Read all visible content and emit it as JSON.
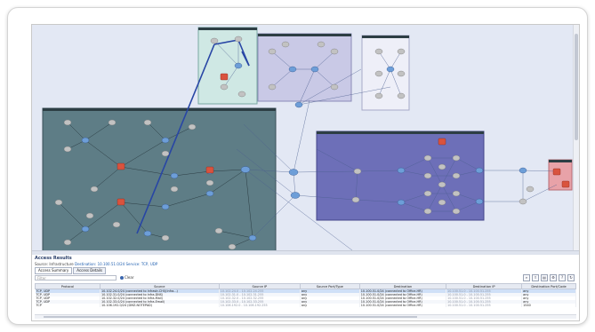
{
  "colors": {
    "canvas_bg": "#e3e8f4",
    "group_teal": "#5e7d86",
    "group_purple": "#6d6fb8",
    "group_lavender": "#c9c9e6",
    "group_mint": "#cfe8e4",
    "group_pink": "#e8a2a8",
    "link": "#2f4fa3",
    "device_gray": "#c2c2c2",
    "device_blue": "#6d9ed8",
    "device_red": "#d9533e"
  },
  "access_panel": {
    "title": "Access Results",
    "breadcrumb_label": "Source: Infrastructure",
    "breadcrumb_value": "Destination: 10.100.51.0/24 Service: TCP, UDP",
    "tabs": [
      "Access Summary",
      "Access Details"
    ],
    "filter_placeholder": "Filter",
    "clear_label": "Clear",
    "toolbar_icons": [
      "find-icon",
      "export-icon",
      "print-icon",
      "settings-icon",
      "help-icon",
      "refresh-icon"
    ],
    "columns": [
      "Protocol",
      "Source",
      "Source IP",
      "Source Port/Type",
      "Destination",
      "Destination IP",
      "Destination Port/Code"
    ],
    "rows": [
      {
        "protocol": "TCP, UDP",
        "source": "10.102.24.0/24 (connected to Infrastr-CHI)(Infra...)",
        "source_ip": "10.102.24.0 - 10.102.24.255",
        "source_port": "any",
        "destination": "10.100.51.0/24 (connected to Office-HR)",
        "destination_ip": "10.100.51.0 - 10.100.51.255",
        "destination_port": "any"
      },
      {
        "protocol": "TCP, UDP",
        "source": "10.102.31.0/24 (connected to Infra-DNS)",
        "source_ip": "10.102.31.0 - 10.102.31.255",
        "source_port": "any",
        "destination": "10.100.51.0/24 (connected to Office-HR)",
        "destination_ip": "10.100.51.0 - 10.100.51.255",
        "destination_port": "any"
      },
      {
        "protocol": "TCP, UDP",
        "source": "10.102.32.0/24 (connected to Infra-Mail)",
        "source_ip": "10.102.32.0 - 10.102.32.255",
        "source_port": "any",
        "destination": "10.100.51.0/24 (connected to Office-HR)",
        "destination_ip": "10.100.51.0 - 10.100.51.255",
        "destination_port": "any"
      },
      {
        "protocol": "TCP, UDP",
        "source": "10.102.33.0/24 (connected to Infra-Email)",
        "source_ip": "10.102.33.0 - 10.102.33.255",
        "source_port": "any",
        "destination": "10.100.51.0/24 (connected to Office-HR)",
        "destination_ip": "10.100.51.0 - 10.100.51.255",
        "destination_port": "any"
      },
      {
        "protocol": "TCP",
        "source": "10.106.192.0/24 (DMZ-NOTEPAD)",
        "source_ip": "10.106.192.0 - 10.106.192.255",
        "source_port": "any",
        "destination": "10.100.51.0/24 (connected to Office-HR)",
        "destination_ip": "10.100.51.0 - 10.100.51.255",
        "destination_port": "1540"
      }
    ]
  }
}
